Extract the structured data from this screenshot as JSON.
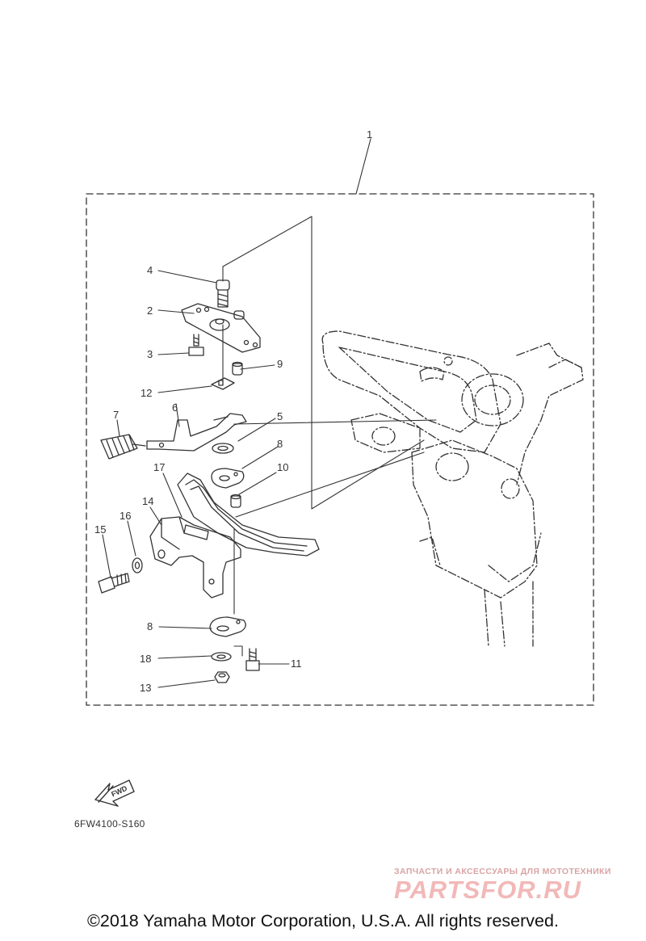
{
  "diagram": {
    "callouts": [
      {
        "id": "c1",
        "label": "1"
      },
      {
        "id": "c2",
        "label": "2"
      },
      {
        "id": "c3",
        "label": "3"
      },
      {
        "id": "c4",
        "label": "4"
      },
      {
        "id": "c5",
        "label": "5"
      },
      {
        "id": "c6",
        "label": "6"
      },
      {
        "id": "c7",
        "label": "7"
      },
      {
        "id": "c8a",
        "label": "8"
      },
      {
        "id": "c8b",
        "label": "8"
      },
      {
        "id": "c9",
        "label": "9"
      },
      {
        "id": "c10",
        "label": "10"
      },
      {
        "id": "c11",
        "label": "11"
      },
      {
        "id": "c12",
        "label": "12"
      },
      {
        "id": "c13",
        "label": "13"
      },
      {
        "id": "c14",
        "label": "14"
      },
      {
        "id": "c15",
        "label": "15"
      },
      {
        "id": "c16",
        "label": "16"
      },
      {
        "id": "c17",
        "label": "17"
      },
      {
        "id": "c18",
        "label": "18"
      }
    ],
    "fwd_label": "FWD",
    "diagram_code": "6FW4100-S160"
  },
  "watermark": {
    "tagline": "ЗАПЧАСТИ И АКСЕССУАРЫ ДЛЯ МОТОТЕХНИКИ",
    "logo": "PARTSFOR.RU"
  },
  "footer": {
    "copyright": "©2018 Yamaha Motor Corporation, U.S.A. All rights reserved."
  },
  "colors": {
    "line": "#333333",
    "watermark": "#f2b8b8"
  }
}
